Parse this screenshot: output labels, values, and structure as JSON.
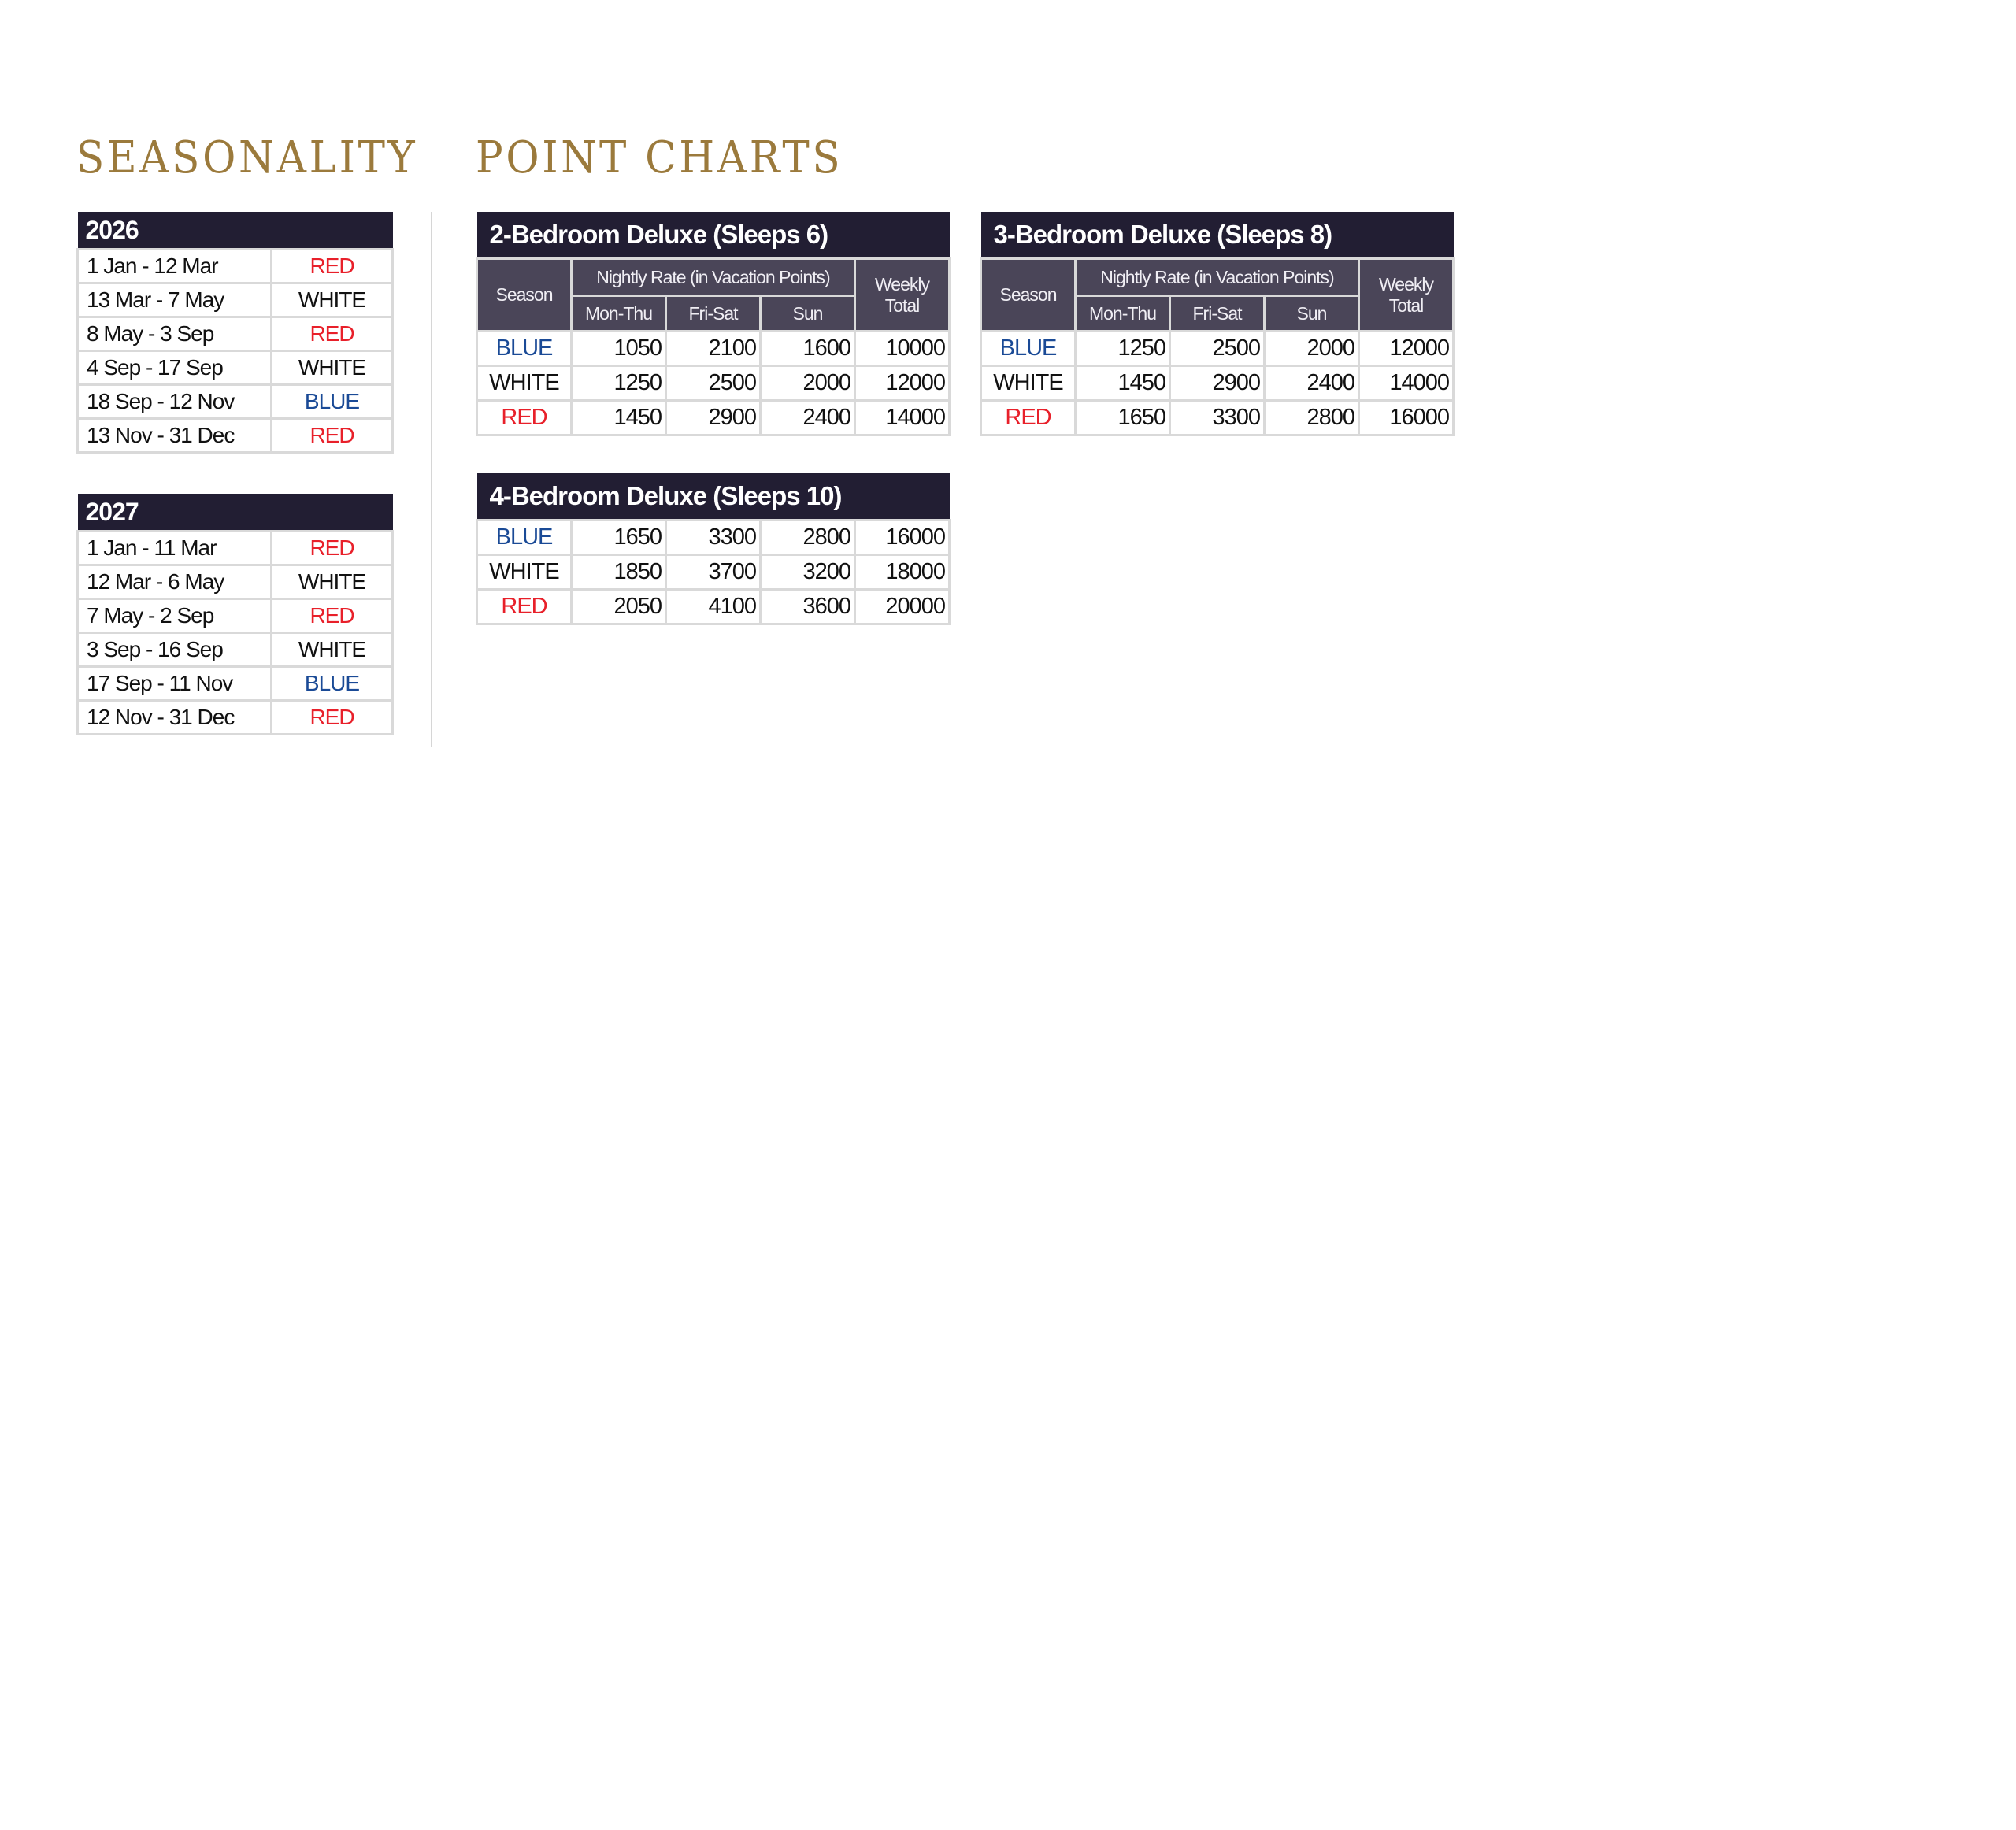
{
  "headings": {
    "seasonality": "SEASONALITY",
    "point_charts": "POINT CHARTS"
  },
  "colors": {
    "gold": "#9b7a3c",
    "navy": "#221e33",
    "subheader": "#4a4558",
    "RED": "#e8202a",
    "BLUE": "#1a4a96",
    "WHITE": "#111111"
  },
  "seasonality": [
    {
      "year": "2026",
      "rows": [
        [
          "1 Jan - 12 Mar",
          "RED"
        ],
        [
          "13 Mar - 7 May",
          "WHITE"
        ],
        [
          "8 May - 3 Sep",
          "RED"
        ],
        [
          "4 Sep - 17 Sep",
          "WHITE"
        ],
        [
          "18 Sep - 12 Nov",
          "BLUE"
        ],
        [
          "13 Nov - 31 Dec",
          "RED"
        ]
      ]
    },
    {
      "year": "2027",
      "rows": [
        [
          "1 Jan - 11 Mar",
          "RED"
        ],
        [
          "12 Mar - 6 May",
          "WHITE"
        ],
        [
          "7 May - 2 Sep",
          "RED"
        ],
        [
          "3 Sep - 16 Sep",
          "WHITE"
        ],
        [
          "17 Sep - 11 Nov",
          "BLUE"
        ],
        [
          "12 Nov - 31 Dec",
          "RED"
        ]
      ]
    }
  ],
  "column_headers": {
    "season": "Season",
    "nightly": "Nightly Rate (in Vacation Points)",
    "mon_thu": "Mon-Thu",
    "fri_sat": "Fri-Sat",
    "sun": "Sun",
    "weekly_total": "Weekly Total"
  },
  "point_charts": [
    {
      "title": "2-Bedroom Deluxe (Sleeps 6)",
      "show_header": true,
      "rows": [
        [
          "BLUE",
          "1050",
          "2100",
          "1600",
          "10000"
        ],
        [
          "WHITE",
          "1250",
          "2500",
          "2000",
          "12000"
        ],
        [
          "RED",
          "1450",
          "2900",
          "2400",
          "14000"
        ]
      ]
    },
    {
      "title": "3-Bedroom Deluxe (Sleeps 8)",
      "show_header": true,
      "rows": [
        [
          "BLUE",
          "1250",
          "2500",
          "2000",
          "12000"
        ],
        [
          "WHITE",
          "1450",
          "2900",
          "2400",
          "14000"
        ],
        [
          "RED",
          "1650",
          "3300",
          "2800",
          "16000"
        ]
      ]
    },
    {
      "title": "4-Bedroom Deluxe (Sleeps 10)",
      "show_header": false,
      "rows": [
        [
          "BLUE",
          "1650",
          "3300",
          "2800",
          "16000"
        ],
        [
          "WHITE",
          "1850",
          "3700",
          "3200",
          "18000"
        ],
        [
          "RED",
          "2050",
          "4100",
          "3600",
          "20000"
        ]
      ]
    }
  ]
}
